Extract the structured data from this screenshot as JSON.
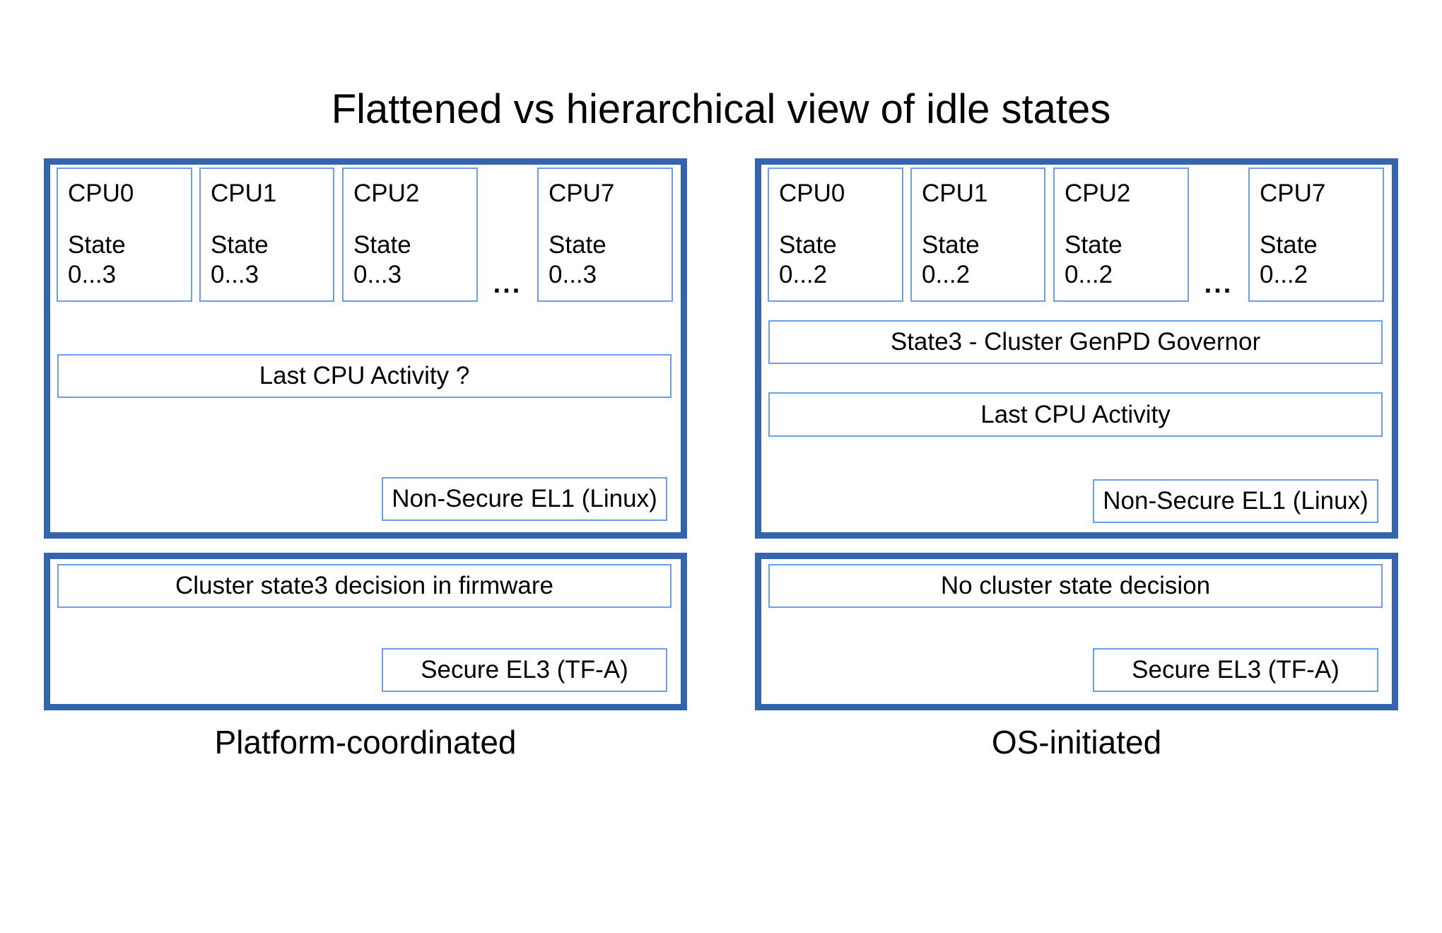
{
  "title": "Flattened vs hierarchical view of idle states",
  "colors": {
    "panel_border": "#3464ad",
    "box_border": "#6d9eeb",
    "text": "#000000",
    "background": "#ffffff"
  },
  "ellipsis": "...",
  "panels": {
    "platform": {
      "label": "Platform-coordinated",
      "cpus": [
        {
          "name": "CPU0",
          "state_label": "State",
          "state_range": "0...3"
        },
        {
          "name": "CPU1",
          "state_label": "State",
          "state_range": "0...3"
        },
        {
          "name": "CPU2",
          "state_label": "State",
          "state_range": "0...3"
        },
        {
          "name": "CPU7",
          "state_label": "State",
          "state_range": "0...3"
        }
      ],
      "last_activity": "Last CPU Activity ?",
      "el1": "Non-Secure EL1 (Linux)",
      "cluster_decision": "Cluster state3 decision in firmware",
      "el3": "Secure EL3 (TF-A)"
    },
    "os": {
      "label": "OS-initiated",
      "cpus": [
        {
          "name": "CPU0",
          "state_label": "State",
          "state_range": "0...2"
        },
        {
          "name": "CPU1",
          "state_label": "State",
          "state_range": "0...2"
        },
        {
          "name": "CPU2",
          "state_label": "State",
          "state_range": "0...2"
        },
        {
          "name": "CPU7",
          "state_label": "State",
          "state_range": "0...2"
        }
      ],
      "governor": "State3 - Cluster GenPD Governor",
      "last_activity": "Last CPU Activity",
      "el1": "Non-Secure EL1 (Linux)",
      "cluster_decision": "No cluster state decision",
      "el3": "Secure EL3 (TF-A)"
    }
  }
}
